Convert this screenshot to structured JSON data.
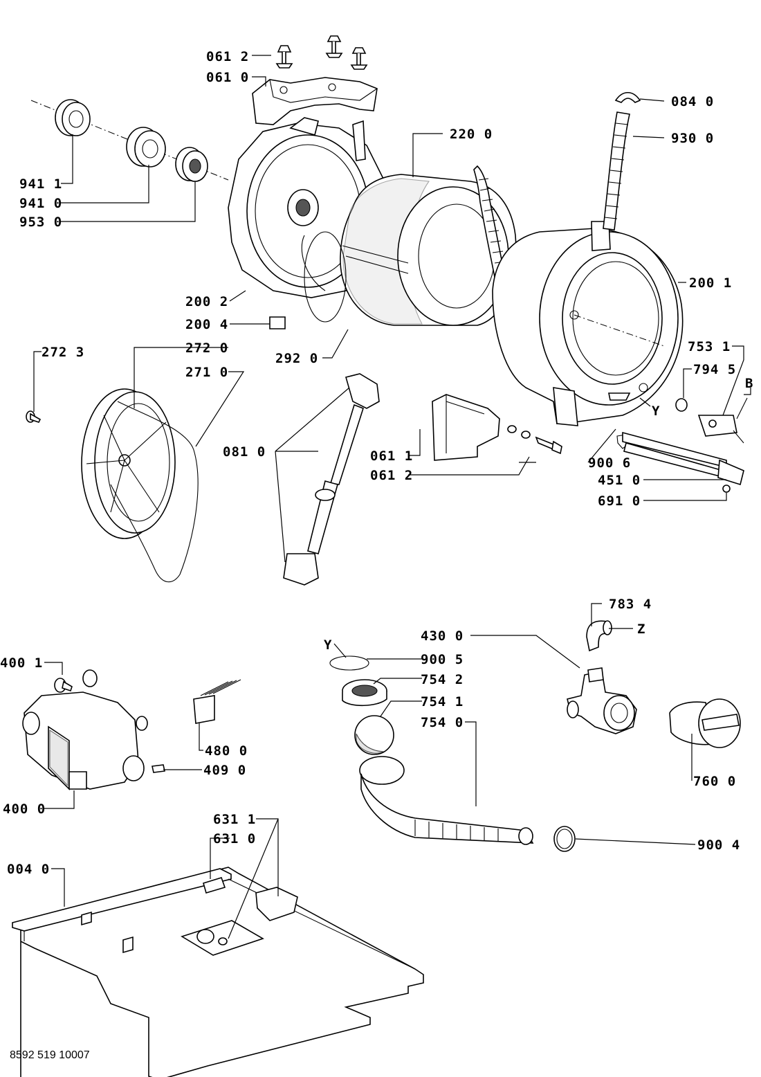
{
  "callouts": {
    "c0612_top": "061 2",
    "c0610": "061 0",
    "c0840": "084 0",
    "c9300": "930 0",
    "c2200": "220 0",
    "c9411": "941 1",
    "c9410": "941 0",
    "c9530": "953 0",
    "c2001": "200 1",
    "c2002": "200 2",
    "c2004": "200 4",
    "c2723": "272 3",
    "c2720": "272 0",
    "c2710": "271 0",
    "c2920": "292 0",
    "c7531": "753 1",
    "cB": "B",
    "c7945": "794 5",
    "cY1": "Y",
    "c0810": "081 0",
    "c0611": "061 1",
    "c0612_mid": "061 2",
    "c9006": "900 6",
    "c4510": "451 0",
    "c6910": "691 0",
    "c7834": "783 4",
    "cZ": "Z",
    "c4300": "430 0",
    "cY2": "Y",
    "c9005": "900 5",
    "c7542": "754 2",
    "c7541": "754 1",
    "c7540": "754 0",
    "c4001": "400 1",
    "c4800": "480 0",
    "c4090": "409 0",
    "c4000": "400 0",
    "c7600": "760 0",
    "c9004": "900 4",
    "c6311": "631 1",
    "c6310": "631 0",
    "c0040": "004 0"
  },
  "document_number": "8592 519 10007"
}
